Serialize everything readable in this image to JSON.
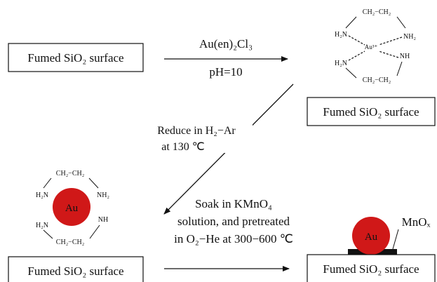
{
  "boxes": {
    "left_top": "Fumed SiO₂ surface",
    "right_top": "Fumed SiO₂ surface",
    "left_bottom": "Fumed SiO₂ surface",
    "right_bottom": "Fumed SiO₂ surface"
  },
  "step1": {
    "reagent": "Au(en)₂Cl₃",
    "condition": "pH=10"
  },
  "step2": {
    "line1": "Reduce in H₂−Ar",
    "line2": "at 130 ℃"
  },
  "step3": {
    "line1": "Soak in KMnO₄",
    "line2": "solution, and pretreated",
    "line3": "in O₂−He at 300−600 ℃"
  },
  "complex_top": {
    "top_bridge": "CH₂−CH₂",
    "bottom_bridge": "CH₂−CH₂",
    "nh2_ul": "H₂N",
    "nh2_ur": "NH₂",
    "nh2_ll": "H₂N",
    "nh_lr": "NH",
    "center": "Au³⁺"
  },
  "complex_bottom": {
    "top_bridge": "CH₂−CH₂",
    "bottom_bridge": "CH₂−CH₂",
    "nh2_ul": "H₂N",
    "nh2_ur": "NH₂",
    "nh2_ll": "H₂N",
    "nh_lr": "NH",
    "particle": "Au"
  },
  "final": {
    "particle": "Au",
    "oxide": "MnOₓ"
  },
  "colors": {
    "gold_particle": "#d01818",
    "line": "#111111"
  }
}
